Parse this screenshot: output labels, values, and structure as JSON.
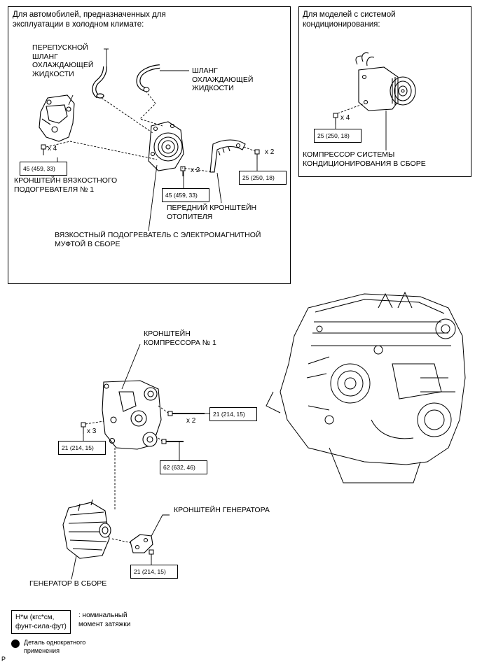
{
  "panels": {
    "cold_climate": {
      "header": [
        "Для автомобилей, предназначенных для",
        "эксплуатации в холодном климате:"
      ]
    },
    "ac_models": {
      "header": [
        "Для моделей с системой",
        "кондиционирования:"
      ]
    }
  },
  "labels": {
    "bypass_hose": [
      "ПЕРЕПУСКНОЙ",
      "ШЛАНГ",
      "ОХЛАЖДАЮЩЕЙ",
      "ЖИДКОСТИ"
    ],
    "coolant_hose": [
      "ШЛАНГ",
      "ОХЛАЖДАЮЩЕЙ",
      "ЖИДКОСТИ"
    ],
    "viscous_heater_bracket": [
      "КРОНШТЕЙН ВЯЗКОСТНОГО",
      "ПОДОГРЕВАТЕЛЯ № 1"
    ],
    "front_heater_bracket": [
      "ПЕРЕДНИЙ КРОНШТЕЙН",
      "ОТОПИТЕЛЯ"
    ],
    "viscous_heater": [
      "ВЯЗКОСТНЫЙ ПОДОГРЕВАТЕЛЬ С ЭЛЕКТРОМАГНИТНОЙ",
      "МУФТОЙ В СБОРЕ"
    ],
    "ac_compressor": [
      "КОМПРЕССОР СИСТЕМЫ",
      "КОНДИЦИОНИРОВАНИЯ В СБОРЕ"
    ],
    "compressor_bracket": [
      "КРОНШТЕЙН",
      "КОМПРЕССОРА № 1"
    ],
    "alternator_bracket": "КРОНШТЕЙН ГЕНЕРАТОРА",
    "alternator": "ГЕНЕРАТОР В СБОРЕ"
  },
  "torques": {
    "heater_bracket": "45 (459, 33)",
    "heater_bolts": "45 (459, 33)",
    "front_bracket": "25 (250, 18)",
    "ac_compressor": "25 (250, 18)",
    "compressor_bracket_upper": "21 (214, 15)",
    "compressor_bracket_left": "21 (214, 15)",
    "compressor_bracket_lower": "62 (632, 46)",
    "alternator_bracket": "21 (214, 15)"
  },
  "quantities": {
    "heater_bracket": "x 4",
    "heater_bolts": "x 2",
    "front_bracket": "x 2",
    "ac_compressor": "x 4",
    "compressor_bracket_upper": "x 2",
    "compressor_bracket_left": "x 3"
  },
  "legend": {
    "torque_unit": [
      "Н*м (кгс*см,",
      "фунт-сила-фут)"
    ],
    "torque_desc": [
      ": номинальный",
      "момент затяжки"
    ],
    "one_time_part": [
      "Деталь однократного",
      "применения"
    ]
  },
  "footer": {
    "code": "P"
  }
}
